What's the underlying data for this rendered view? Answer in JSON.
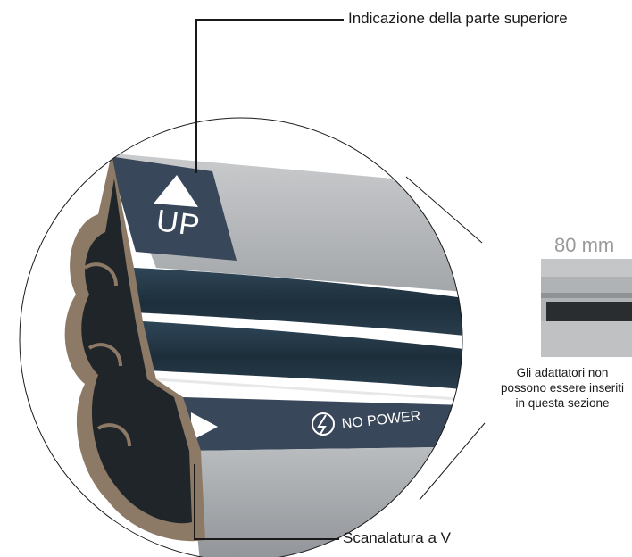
{
  "callouts": {
    "top_label": "Indicazione della parte superiore",
    "bottom_label": "Scanalatura a V"
  },
  "product_labels": {
    "up": "UP",
    "no_power": "NO POWER"
  },
  "detail": {
    "dimension": "80 mm",
    "note": "Gli adattatori non possono essere inseriti in questa sezione"
  },
  "colors": {
    "label_plate": "#39475a",
    "rubber_seal": "#243746",
    "aluminum": "#b4b7ba",
    "text": "#1a1a1a",
    "dimension_text": "#9a9a9a"
  },
  "icons": {
    "up_arrow": "triangle-up",
    "no_power": "lightning-crossed-circle",
    "side_arrow": "triangle-right"
  }
}
